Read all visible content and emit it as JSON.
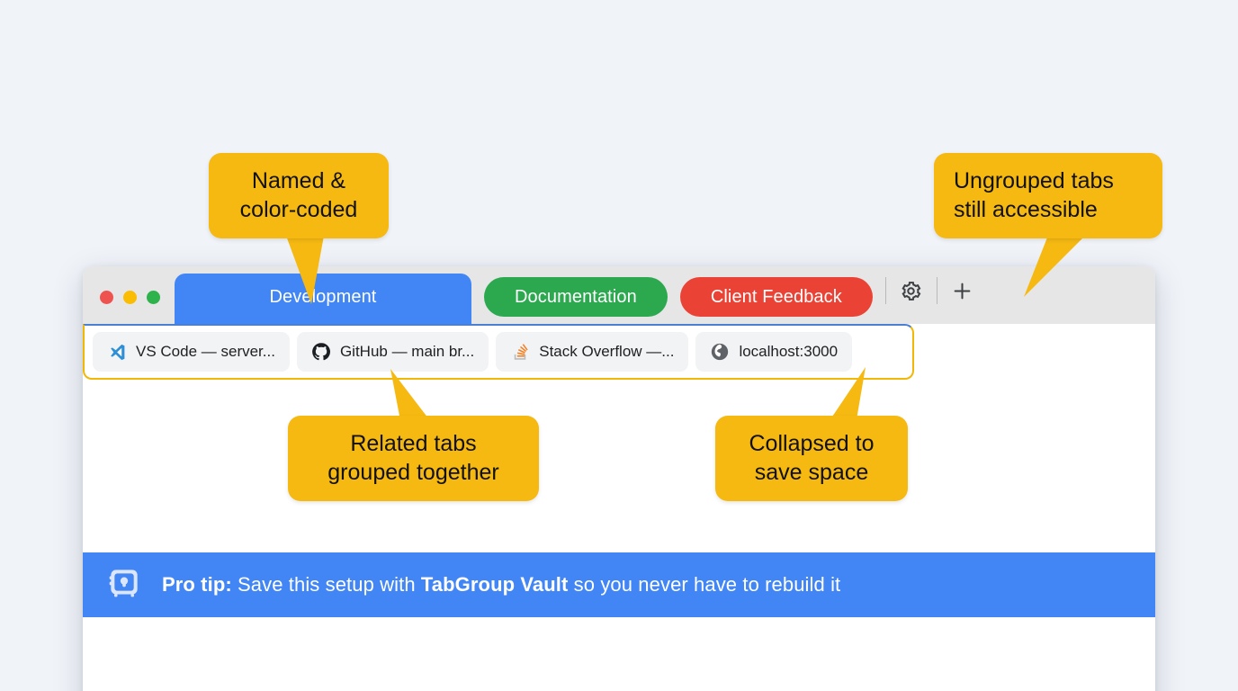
{
  "page": {
    "background_color": "#f0f3f8"
  },
  "browser": {
    "window_controls": [
      {
        "name": "close",
        "color": "#ef5350"
      },
      {
        "name": "minimize",
        "color": "#fbbc04"
      },
      {
        "name": "maximize",
        "color": "#2eb24c"
      }
    ],
    "group_tabs": [
      {
        "label": "Development",
        "color": "#4285f4",
        "active": true
      },
      {
        "label": "Documentation",
        "color": "#2ca84f",
        "active": false
      },
      {
        "label": "Client Feedback",
        "color": "#ea4335",
        "active": false
      }
    ],
    "actions": [
      {
        "name": "settings-button",
        "icon": "gear-icon"
      },
      {
        "name": "new-tab-button",
        "icon": "plus-icon"
      }
    ],
    "tabstrip": {
      "border_color": "#f2b705",
      "tabs": [
        {
          "title": "VS Code — server...",
          "favicon": "vscode-icon"
        },
        {
          "title": "GitHub — main br...",
          "favicon": "github-icon"
        },
        {
          "title": "Stack Overflow —...",
          "favicon": "stackoverflow-icon"
        },
        {
          "title": "localhost:3000",
          "favicon": "globe-icon"
        }
      ]
    },
    "protip": {
      "icon": "vault-lock-icon",
      "label": "Pro tip:",
      "text_before": " Save this setup with ",
      "product": "TabGroup Vault",
      "text_after": " so you never have to rebuild it",
      "background_color": "#4285f4"
    }
  },
  "callouts": [
    {
      "id": "named",
      "line1": "Named &",
      "line2": "color-coded",
      "color": "#f5b912"
    },
    {
      "id": "ungrouped",
      "line1": "Ungrouped tabs",
      "line2": "still accessible",
      "color": "#f5b912"
    },
    {
      "id": "related",
      "line1": "Related tabs",
      "line2": "grouped together",
      "color": "#f5b912"
    },
    {
      "id": "collapsed",
      "line1": "Collapsed to",
      "line2": "save space",
      "color": "#f5b912"
    }
  ]
}
